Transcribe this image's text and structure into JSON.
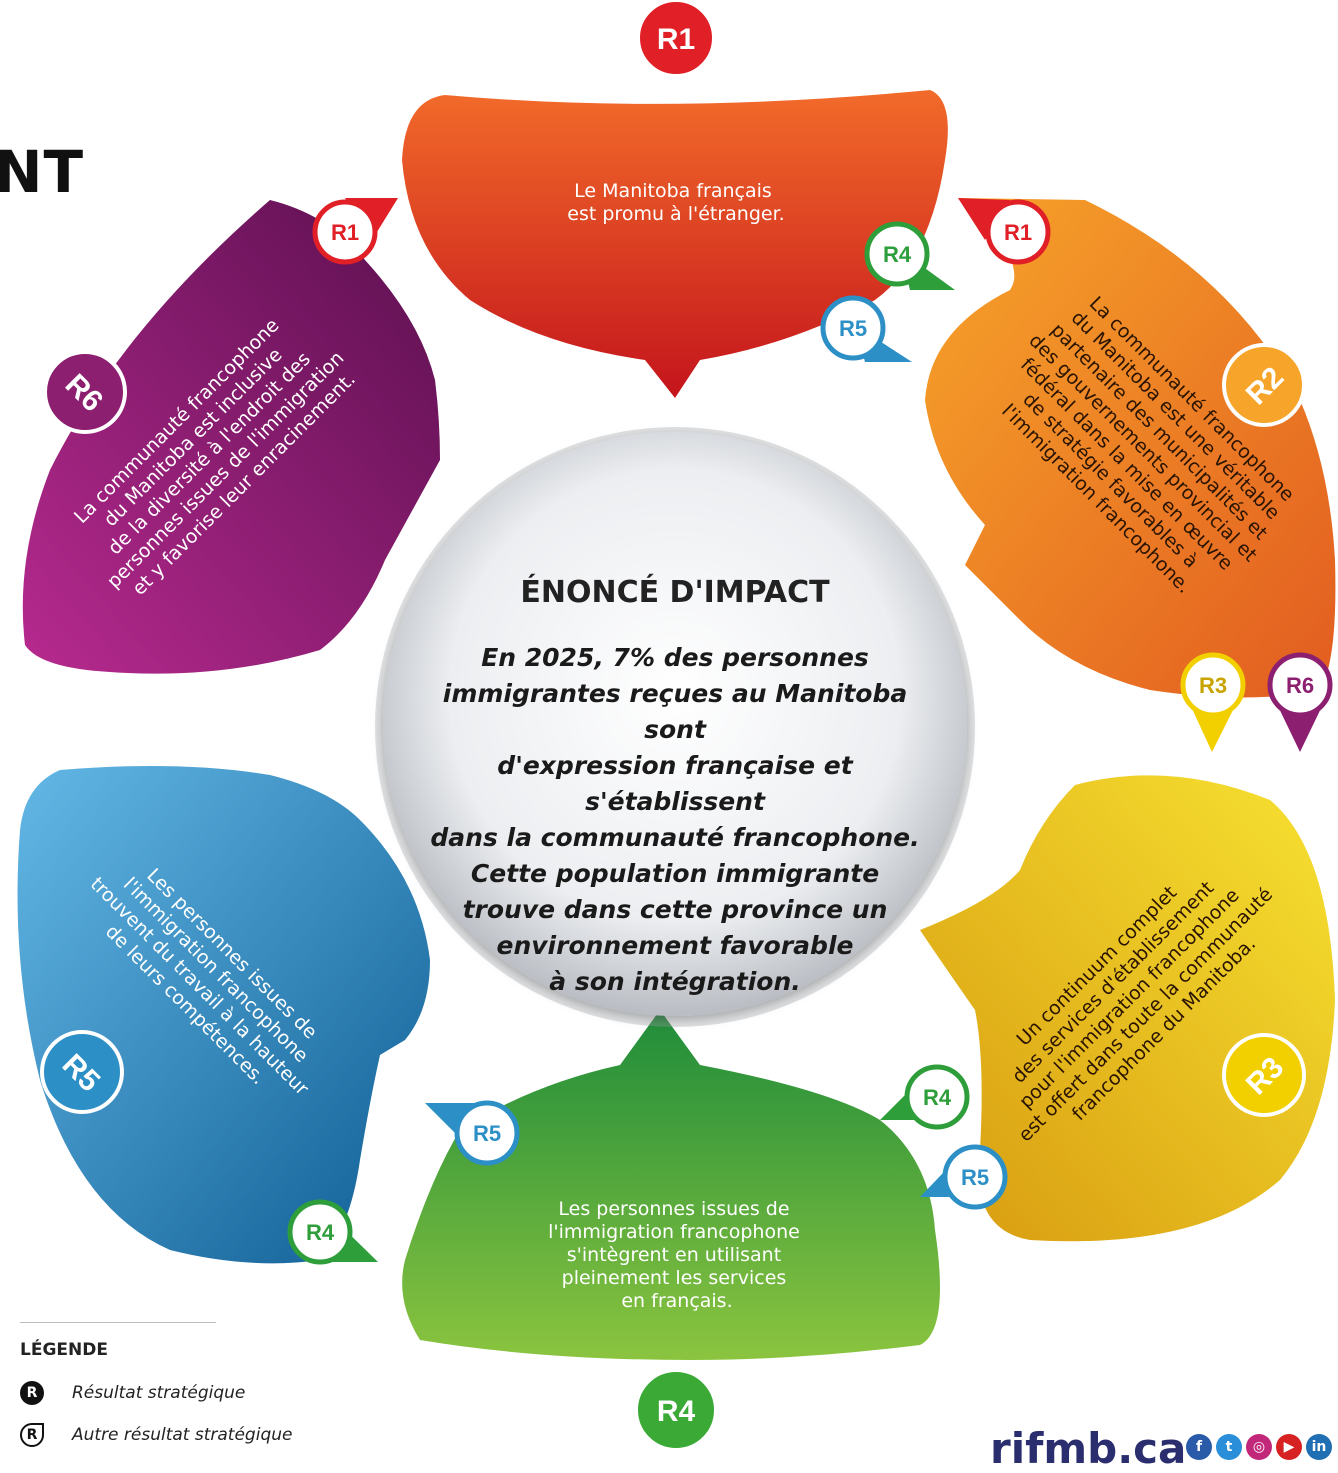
{
  "corner_title": "NT",
  "center": {
    "title": "ÉNONCÉ D'IMPACT",
    "lines": [
      "En 2025, 7% des personnes",
      "immigrantes reçues au Manitoba sont",
      "d'expression française et s'établissent",
      "dans la communauté francophone.",
      "Cette population immigrante",
      "trouve dans cette province un",
      "environnement favorable",
      "à son intégration."
    ]
  },
  "results": {
    "r1": {
      "label": "R1",
      "lines": [
        "Le Manitoba français",
        "est promu à l'étranger."
      ]
    },
    "r2": {
      "label": "R2",
      "lines": [
        "La communauté francophone",
        "du Manitoba est une véritable",
        "partenaire des municipalités et",
        "des gouvernements provincial et",
        "fédéral dans la mise en œuvre",
        "de stratégie favorables à",
        "l'immigration francophone."
      ]
    },
    "r3": {
      "label": "R3",
      "lines": [
        "Un continuum complet",
        "des services d'établissement",
        "pour l'immigration francophone",
        "est offert dans toute la communauté",
        "francophone du Manitoba."
      ]
    },
    "r4": {
      "label": "R4",
      "lines": [
        "Les personnes issues de",
        "l'immigration francophone",
        "s'intègrent en utilisant",
        "pleinement les services",
        "en français."
      ]
    },
    "r5": {
      "label": "R5",
      "lines": [
        "Les personnes issues de",
        "l'immigration francophone",
        "trouvent du travail à la hauteur",
        "de leurs compétences."
      ]
    },
    "r6": {
      "label": "R6",
      "lines": [
        "La communauté francophone",
        "du Manitoba est inclusive",
        "de la diversité à l'endroit des",
        "personnes issues de l'immigration",
        "et y favorise leur enracinement."
      ]
    }
  },
  "pins": {
    "r1": "R1",
    "r3": "R3",
    "r4": "R4",
    "r5": "R5",
    "r6": "R6"
  },
  "colors": {
    "r1": "#e8322a",
    "r2": "#f39a22",
    "r3": "#f2c400",
    "r4": "#3aa935",
    "r5": "#2c8fc6",
    "r6": "#8c1f6f"
  },
  "legend": {
    "title": "LÉGENDE",
    "item1_icon": "R",
    "item1_text": "Résultat stratégique",
    "item2_icon": "R",
    "item2_text": "Autre résultat stratégique"
  },
  "website": "rifmb.ca",
  "social_icons": [
    "facebook-icon",
    "twitter-icon",
    "instagram-icon",
    "youtube-icon",
    "linkedin-icon"
  ]
}
